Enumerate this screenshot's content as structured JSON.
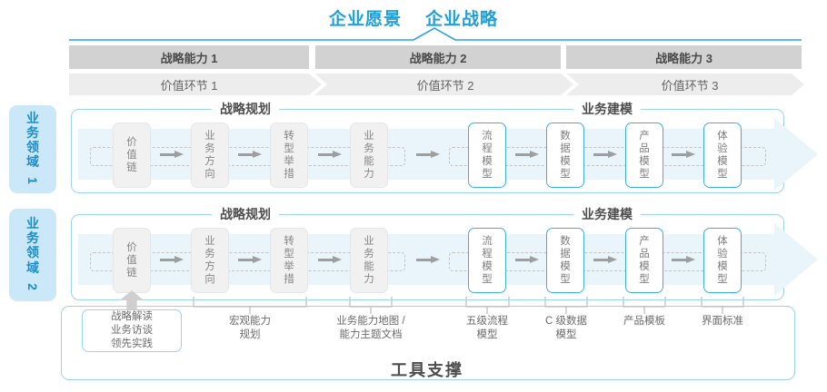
{
  "header": {
    "vision": "企业愿景",
    "strategy": "企业战略"
  },
  "capability_bars": [
    "战略能力 1",
    "战略能力 2",
    "战略能力 3"
  ],
  "value_segments": [
    "价值环节 1",
    "价值环节 2",
    "价值环节 3"
  ],
  "domains": [
    "业务领域 1",
    "业务领域 2"
  ],
  "sections": {
    "planning": "战略规划",
    "modeling": "业务建模"
  },
  "stages": {
    "gray": [
      "价值链",
      "业务方向",
      "转型举措",
      "业务能力"
    ],
    "blue": [
      "流程模型",
      "数据模型",
      "产品模型",
      "体验模型"
    ]
  },
  "tools": {
    "title": "工具支撑",
    "callout": [
      "战略解读",
      "业务访谈",
      "领先实践"
    ],
    "labels": [
      {
        "l1": "宏观能力",
        "l2": "规划"
      },
      {
        "l1": "业务能力地图 /",
        "l2": "能力主题文档"
      },
      {
        "l1": "五级流程",
        "l2": "模型"
      },
      {
        "l1": "C 级数据",
        "l2": "模型"
      },
      {
        "l1": "产品模板",
        "l2": ""
      },
      {
        "l1": "界面标准",
        "l2": ""
      }
    ]
  },
  "colors": {
    "accent": "#1f9fd8",
    "border_blue": "#9ed3ec",
    "band_blue": "#e9f4fb",
    "domain_bg": "#cbe8f8",
    "bar_gray": "#d2d2d2",
    "seg_gray": "#ededed",
    "box_gray": "#f1f1f1",
    "arrow_gray": "#9e9e9e"
  }
}
